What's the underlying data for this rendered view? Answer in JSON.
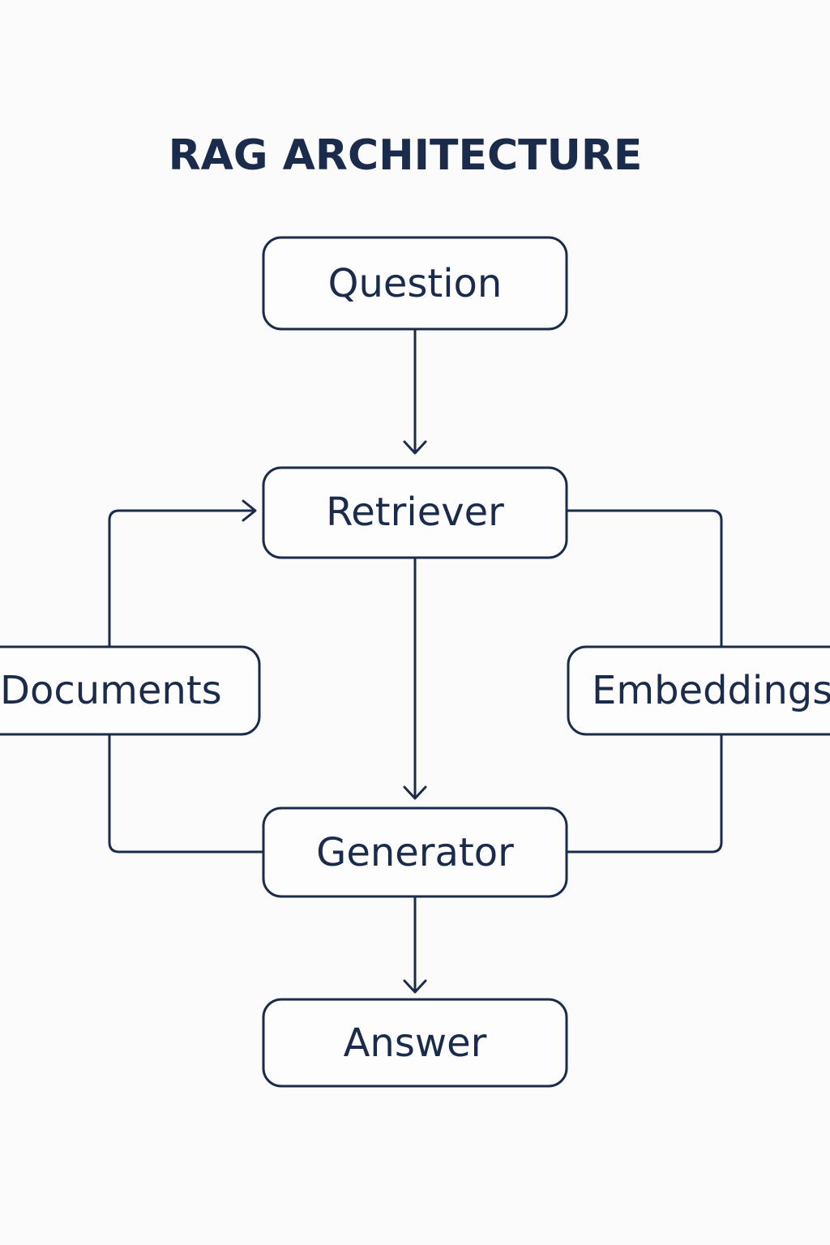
{
  "title": "RAG ARCHITECTURE",
  "nodes": {
    "question": "Question",
    "retriever": "Retriever",
    "documents": "Documents",
    "embeddings": "Embeddings",
    "generator": "Generator",
    "answer": "Answer"
  },
  "edges": [
    {
      "from": "Question",
      "to": "Retriever",
      "arrow": true
    },
    {
      "from": "Documents",
      "to": "Retriever",
      "arrow": true
    },
    {
      "from": "Retriever",
      "to": "Embeddings",
      "arrow": false
    },
    {
      "from": "Retriever",
      "to": "Generator",
      "arrow": true
    },
    {
      "from": "Documents",
      "to": "Generator",
      "arrow": false
    },
    {
      "from": "Embeddings",
      "to": "Generator",
      "arrow": false
    },
    {
      "from": "Generator",
      "to": "Answer",
      "arrow": true
    }
  ],
  "colors": {
    "stroke": "#1b2b4b",
    "text": "#1b2b4b",
    "background": "#fcfbfb"
  }
}
